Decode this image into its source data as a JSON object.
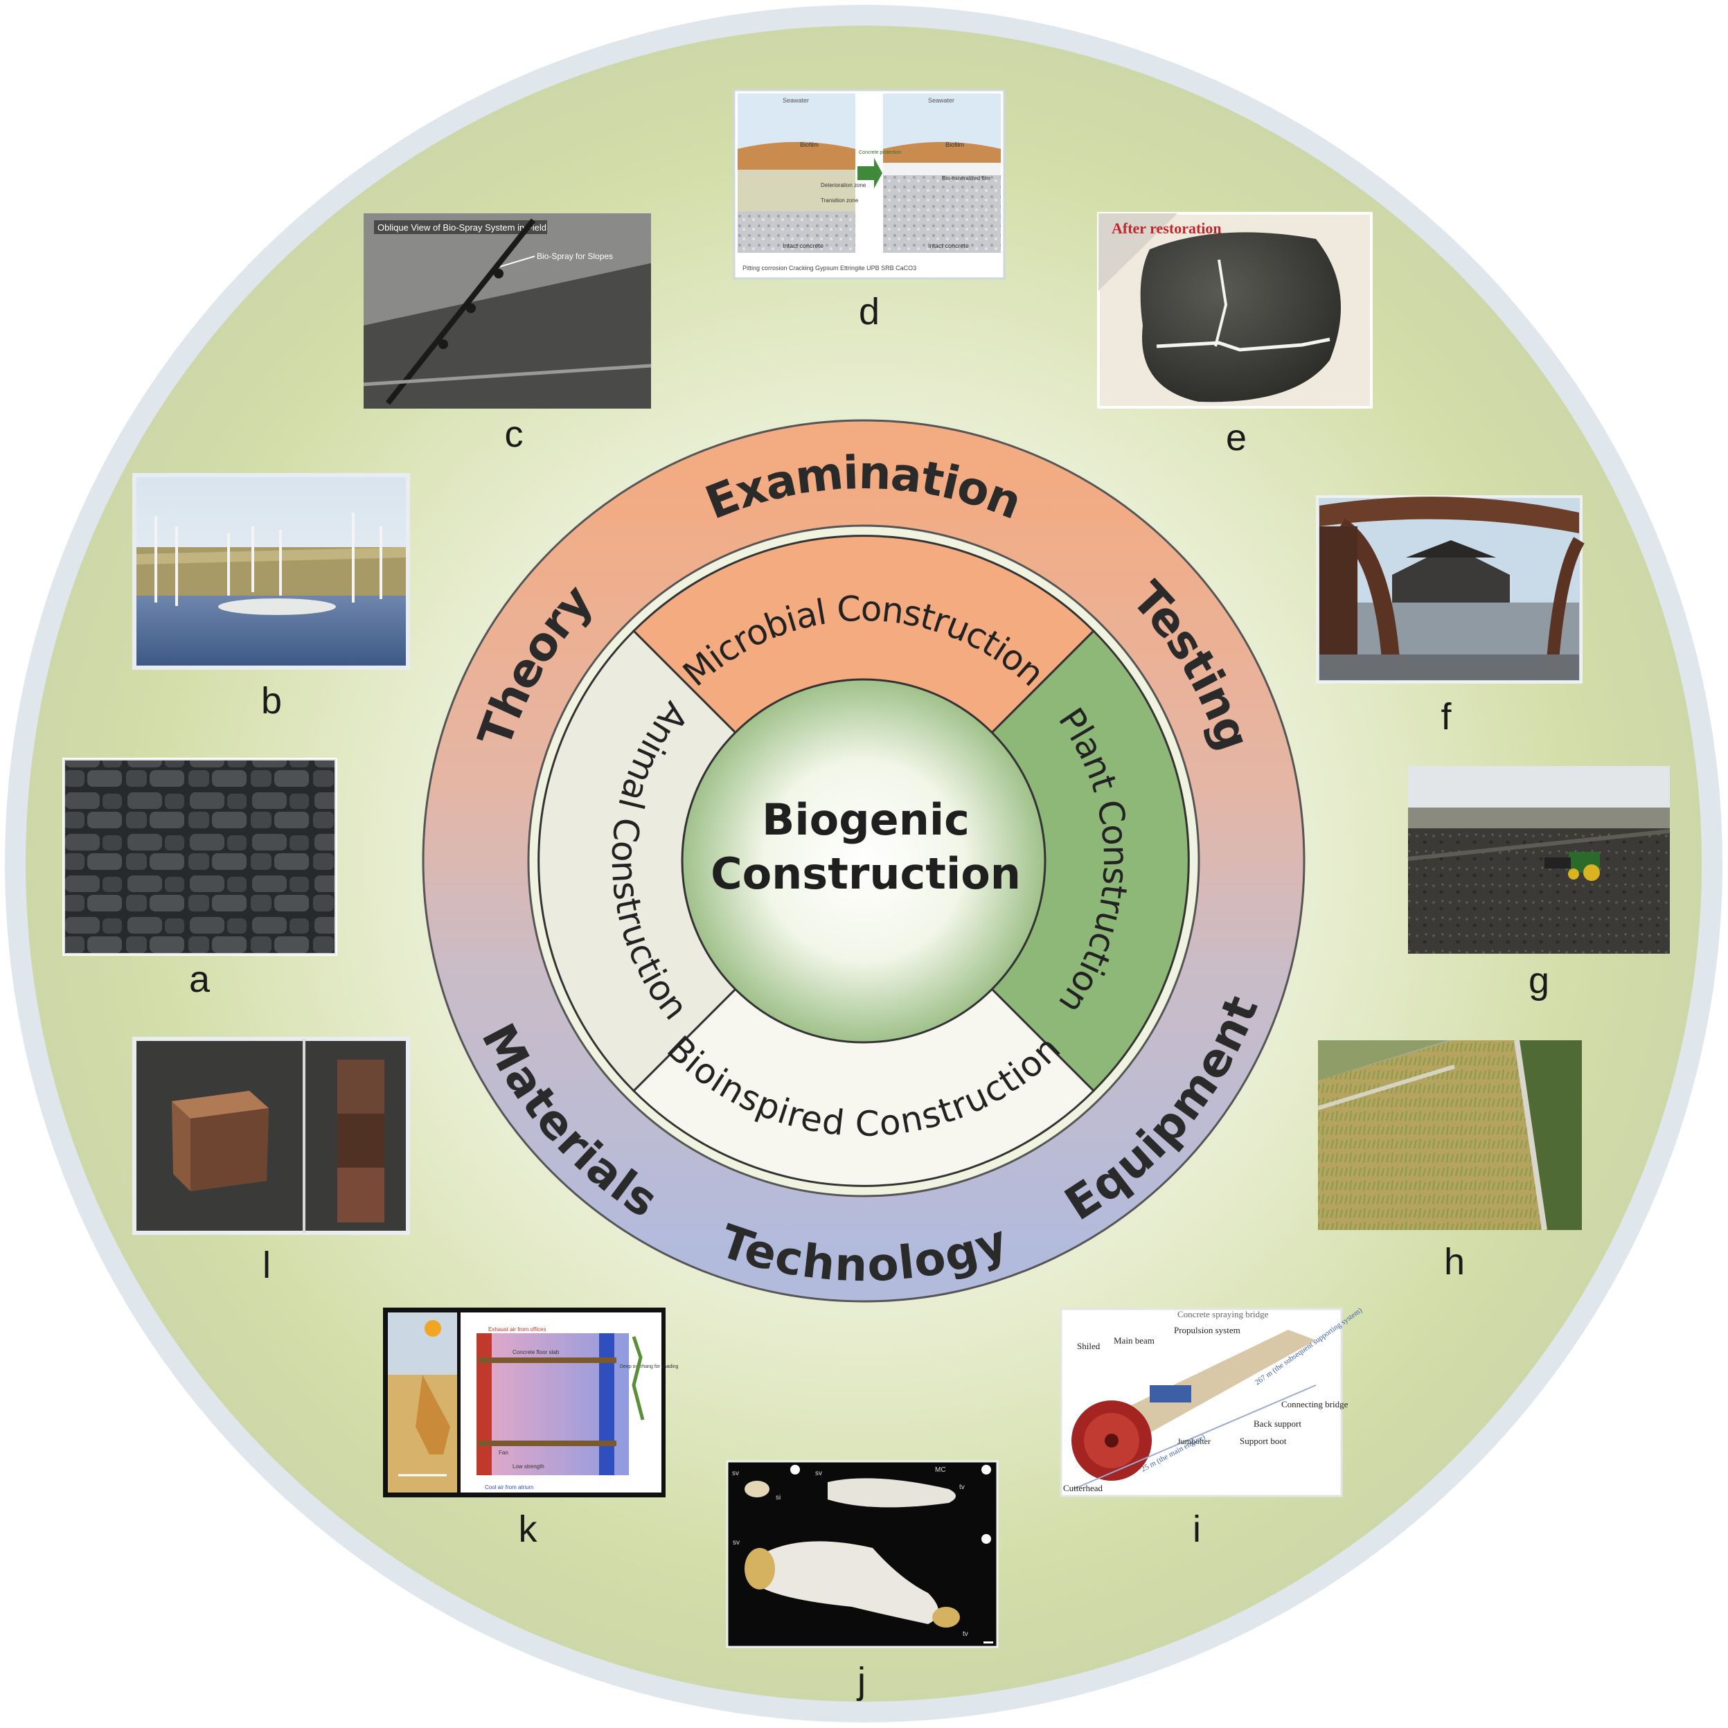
{
  "core": {
    "line1": "Biogenic",
    "line2": "Construction"
  },
  "outer_ring": {
    "examination": "Examination",
    "testing": "Testing",
    "equipment": "Equipment",
    "technology": "Technology",
    "materials": "Materials",
    "theory": "Theory"
  },
  "sectors": {
    "microbial": "Microbial Construction",
    "plant": "Plant Construction",
    "bioinspired": "Bioinspired Construction",
    "animal": "Animal Construction"
  },
  "photo_labels": {
    "a": "a",
    "b": "b",
    "c": "c",
    "d": "d",
    "e": "e",
    "f": "f",
    "g": "g",
    "h": "h",
    "i": "i",
    "j": "j",
    "k": "k",
    "l": "l"
  },
  "photo_text": {
    "c_title": "Oblique View of Bio-Spray System in Field",
    "c_arrow": "Bio-Spray for Slopes",
    "d_seawater": "Seawater",
    "d_biofilm": "Biofilm",
    "d_deterioration": "Deterioration zone",
    "d_transition": "Transition zone",
    "d_intact": "Intact concrete",
    "d_protection": "Concrete protection",
    "d_biomineralized": "Bio-mineralized film",
    "d_legend": "Pitting corrosion  Cracking  Gypsum  Ettringite  UPB  SRB  CaCO3",
    "e_caption": "After restoration",
    "i_title": "Concrete spraying bridge",
    "i_shield": "Shiled",
    "i_mainbeam": "Main beam",
    "i_propulsion": "Propulsion system",
    "i_connecting": "Connecting bridge",
    "i_backsupport": "Back support",
    "i_supportboot": "Support boot",
    "i_jumbolter": "Jumbolter",
    "i_cutterhead": "Cutterhead",
    "i_dim1": "25 m (the main engine)",
    "i_dim2": "267 m (the subsequent supporting system)",
    "k_exhaust": "Exhaust air from offices",
    "k_slab": "Concrete floor slab",
    "k_cool": "Cool air from atrium",
    "k_open": "Deep overhang for shading",
    "k_low": "Low strength",
    "k_fan": "Fan",
    "j_sv": "sv",
    "j_tv": "tv",
    "j_si": "si",
    "j_mc": "MC"
  },
  "colors": {
    "outer_ring_top": "#efae86",
    "outer_ring_bottom": "#b9bedb",
    "microbial": "#f5a97c",
    "plant": "#8fb879",
    "bioinspired": "#f6f6ee",
    "animal": "#ecebe0",
    "background_disc": "#d6dfb1"
  }
}
